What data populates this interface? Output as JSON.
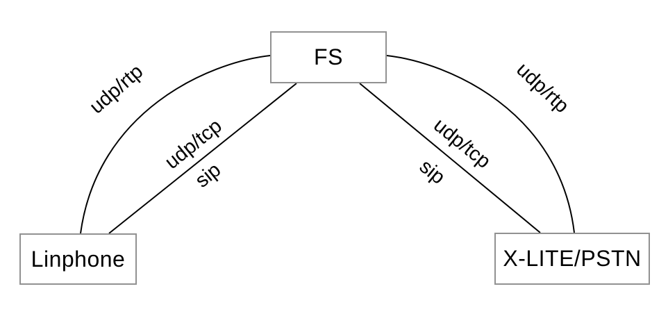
{
  "diagram": {
    "nodes": {
      "fs": {
        "label": "FS"
      },
      "linphone": {
        "label": "Linphone"
      },
      "xlite_pstn": {
        "label": "X-LITE/PSTN"
      }
    },
    "edges": {
      "linphone_fs_media": {
        "label": "udp/rtp"
      },
      "linphone_fs_signaling": {
        "transport": "udp/tcp",
        "protocol": "sip"
      },
      "fs_xlite_signaling": {
        "transport": "udp/tcp",
        "protocol": "sip"
      },
      "fs_xlite_media": {
        "label": "udp/rtp"
      }
    },
    "colors": {
      "background": "#ffffff",
      "node_border": "#919191",
      "edge_line": "#000000",
      "text": "#000000"
    }
  }
}
